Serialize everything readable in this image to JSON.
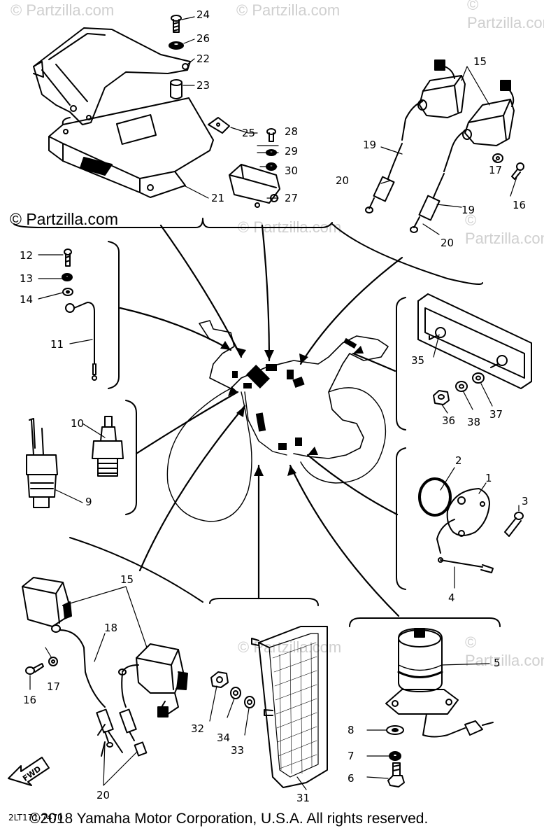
{
  "watermarks": [
    "© Partzilla.com",
    "© Partzilla.com",
    "© Partzilla.com",
    "© Partzilla.com",
    "© Partzilla.com",
    "© Partzilla.com",
    "© Partzilla.com"
  ],
  "main_watermark": "© Partzilla.com",
  "part_numbers": {
    "p24": "24",
    "p26": "26",
    "p22": "22",
    "p23": "23",
    "p25": "25",
    "p28": "28",
    "p29": "29",
    "p30": "30",
    "p27": "27",
    "p21": "21",
    "p15a": "15",
    "p19a": "19",
    "p20a": "20",
    "p17a": "17",
    "p16a": "16",
    "p19b": "19",
    "p20b": "20",
    "p12": "12",
    "p13": "13",
    "p14": "14",
    "p11": "11",
    "p10": "10",
    "p9": "9",
    "p35": "35",
    "p36": "36",
    "p38": "38",
    "p37": "37",
    "p2": "2",
    "p1": "1",
    "p3": "3",
    "p4": "4",
    "p15b": "15",
    "p18": "18",
    "p16b": "16",
    "p17b": "17",
    "p20c": "20",
    "p32": "32",
    "p34": "34",
    "p33": "33",
    "p31": "31",
    "p5": "5",
    "p8": "8",
    "p7": "7",
    "p6": "6"
  },
  "fwd_label": "FWD",
  "diagram_code": "2LT171-7470",
  "copyright": "©2018 Yamaha Motor Corporation, U.S.A. All rights reserved."
}
